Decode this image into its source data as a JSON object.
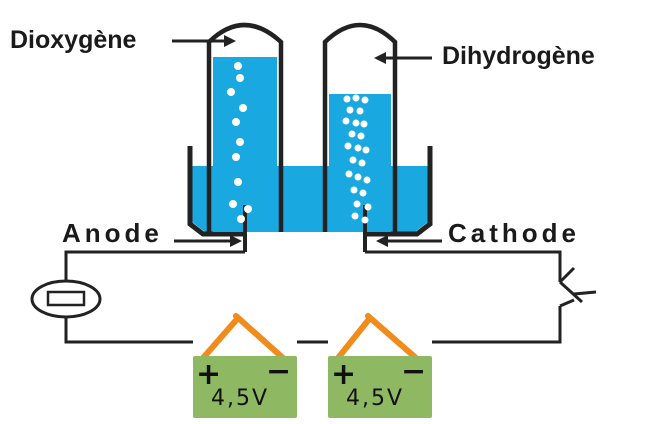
{
  "labels": {
    "oxygen": "Dioxygène",
    "hydrogen": "Dihydrogène",
    "anode": "Anode",
    "cathode": "Cathode"
  },
  "batteries": [
    {
      "voltage": "4,5V",
      "plus": "+",
      "minus": "−"
    },
    {
      "voltage": "4,5V",
      "plus": "+",
      "minus": "−"
    }
  ],
  "colors": {
    "water": "#1aa8e0",
    "battery": "#8fb862",
    "battery_terminal": "#f08c1c",
    "line": "#222222"
  }
}
